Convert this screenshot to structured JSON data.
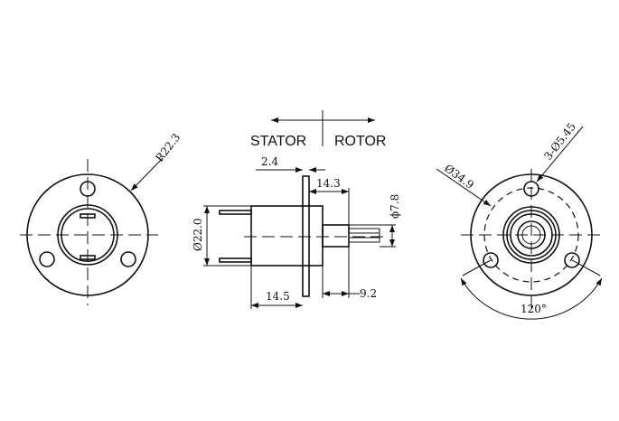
{
  "labels": {
    "stator": "STATOR",
    "rotor": "ROTOR"
  },
  "dimensions": {
    "left_radius": "R22.3",
    "flange_thickness": "2.4",
    "rotor_length": "14.3",
    "body_diameter": "Ø22.0",
    "shaft_diameter": "ϕ7.8",
    "stator_length": "14.5",
    "shaft_length": "9.2",
    "bolt_circle": "Ø34.9",
    "holes": "3-Ø5.45",
    "angle": "120°"
  }
}
